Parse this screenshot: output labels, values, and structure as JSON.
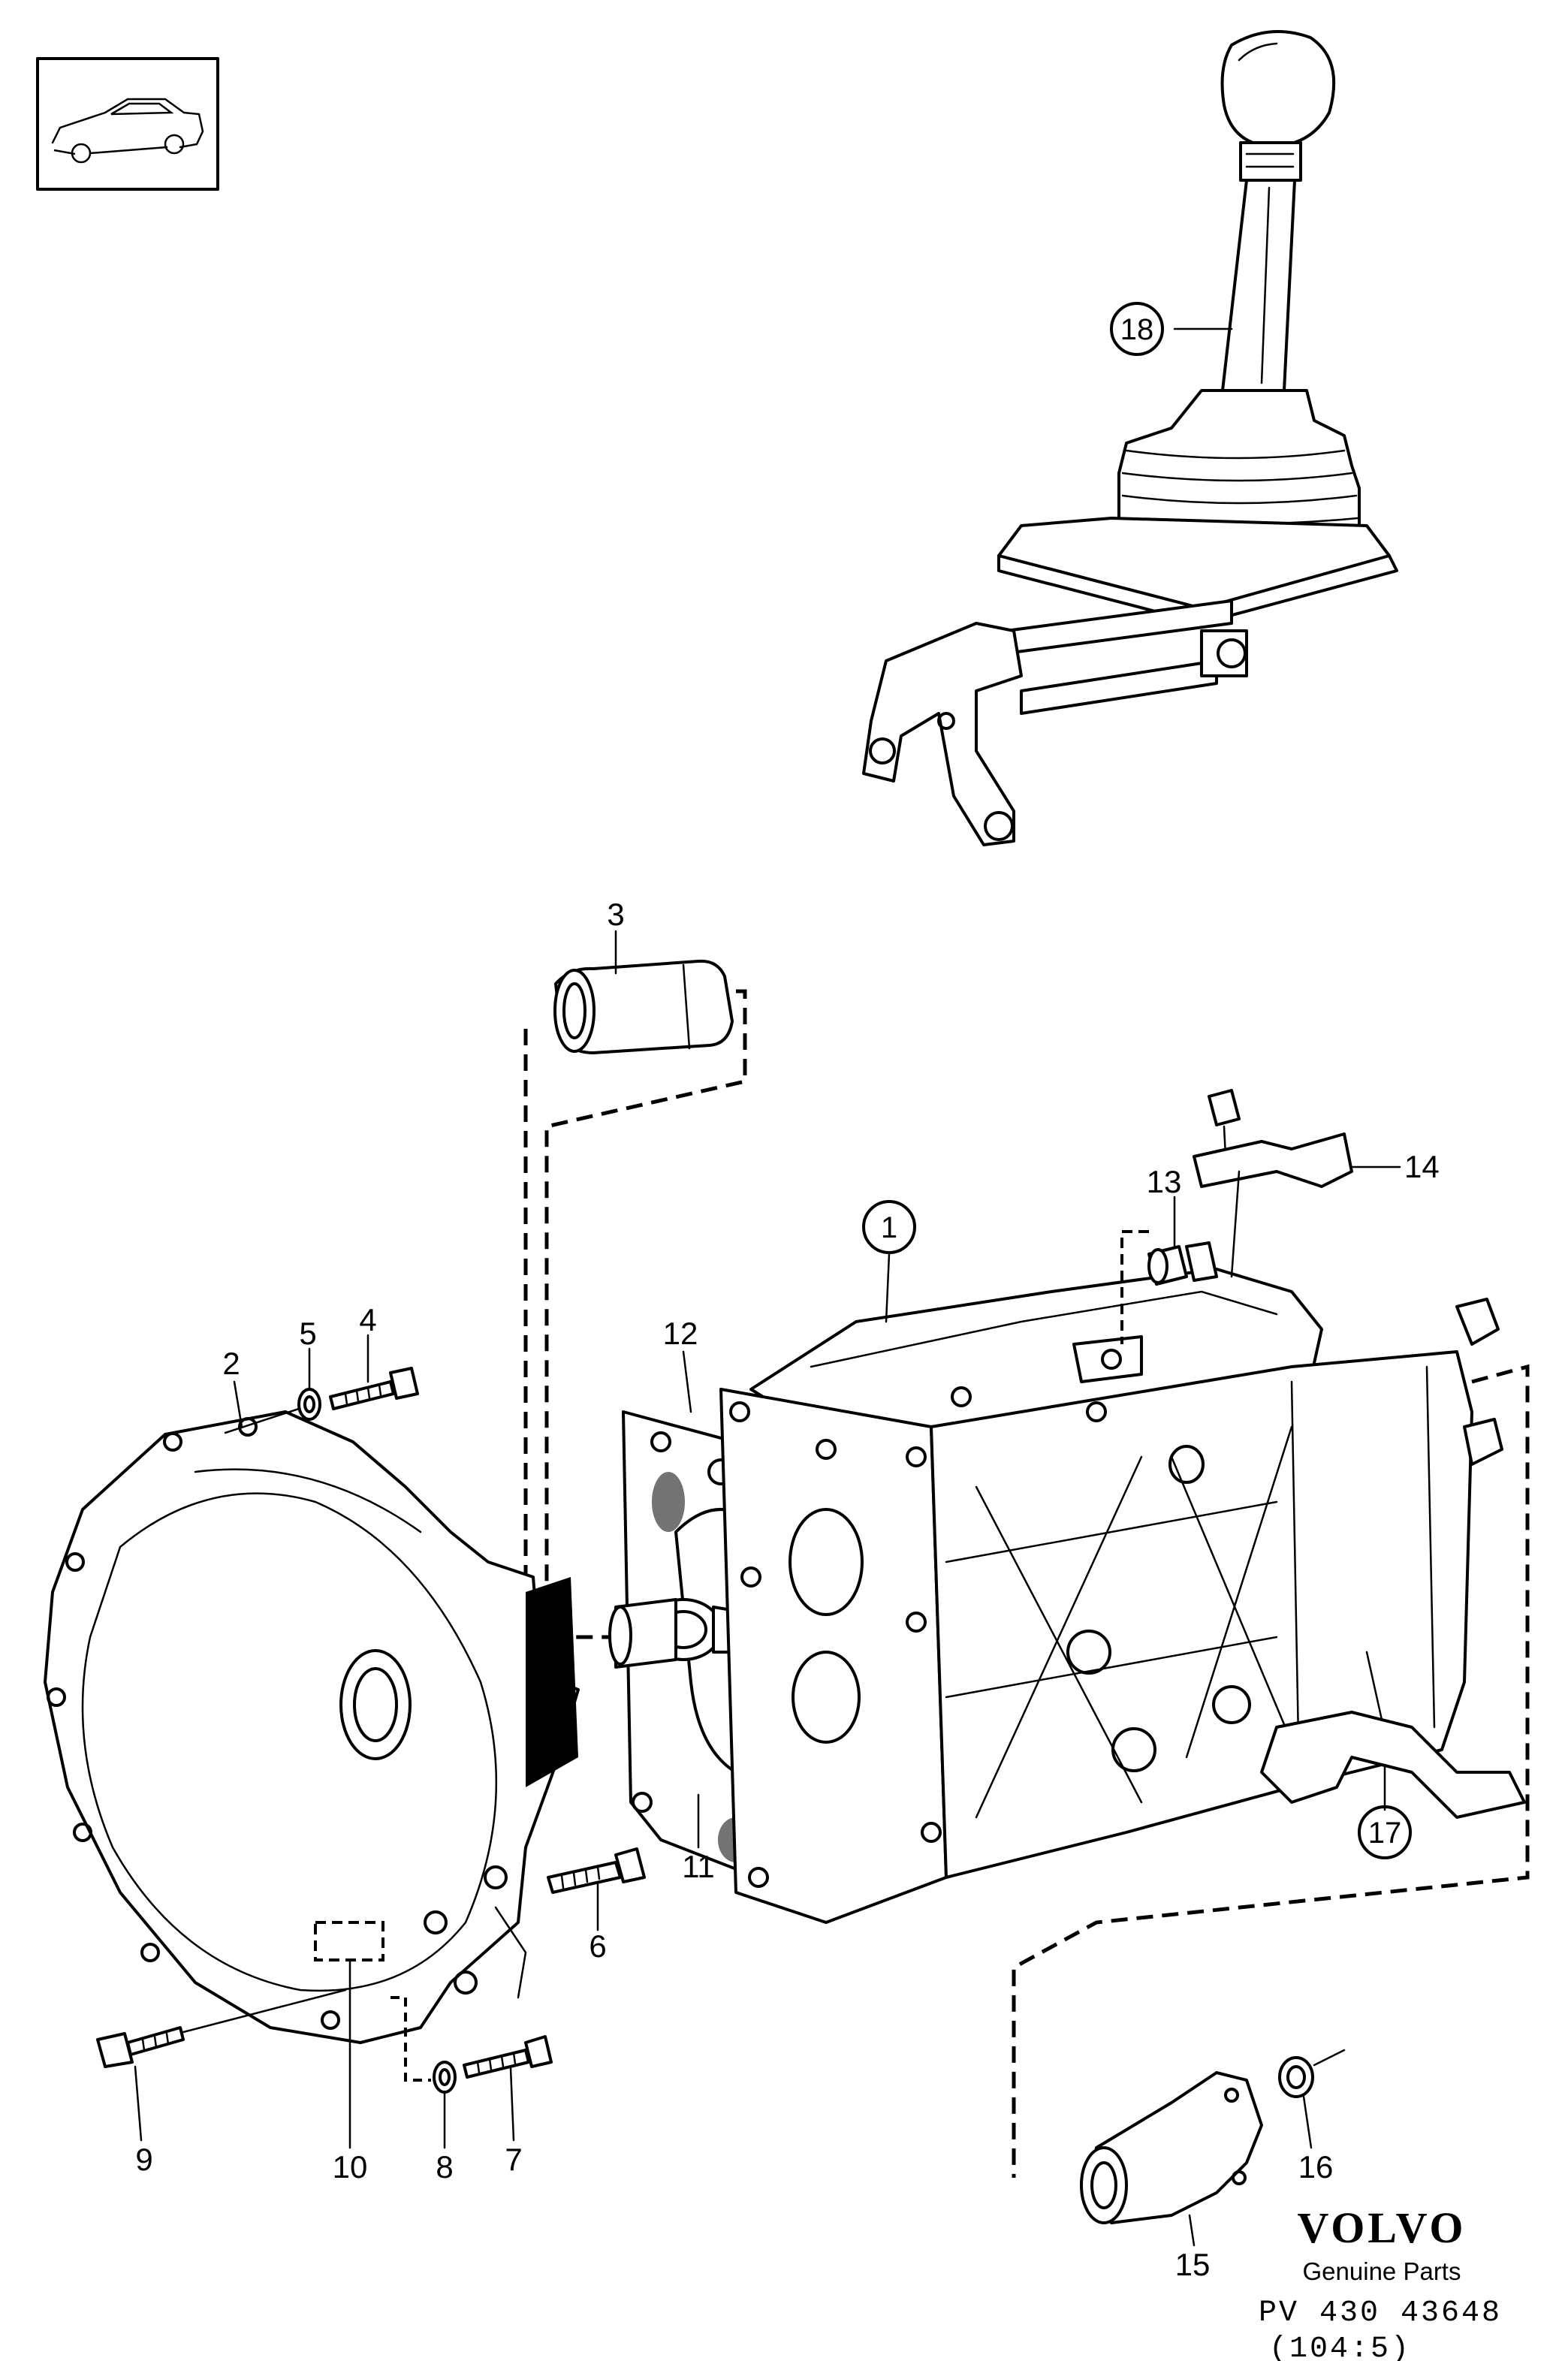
{
  "callouts": [
    {
      "id": "1",
      "circled": true
    },
    {
      "id": "2",
      "circled": false
    },
    {
      "id": "3",
      "circled": false
    },
    {
      "id": "4",
      "circled": false
    },
    {
      "id": "5",
      "circled": false
    },
    {
      "id": "6",
      "circled": false
    },
    {
      "id": "7",
      "circled": false
    },
    {
      "id": "8",
      "circled": false
    },
    {
      "id": "9",
      "circled": false
    },
    {
      "id": "10",
      "circled": false
    },
    {
      "id": "11",
      "circled": false
    },
    {
      "id": "12",
      "circled": false
    },
    {
      "id": "13",
      "circled": false
    },
    {
      "id": "14",
      "circled": false
    },
    {
      "id": "15",
      "circled": false
    },
    {
      "id": "16",
      "circled": false
    },
    {
      "id": "17",
      "circled": true
    },
    {
      "id": "18",
      "circled": true
    }
  ],
  "brand": {
    "name": "VOLVO",
    "tagline": "Genuine Parts",
    "ref_code": "PV 430 43648",
    "ref_sub": "(104:5)"
  },
  "icons": {
    "thumbnail": "car-sedan-icon"
  }
}
